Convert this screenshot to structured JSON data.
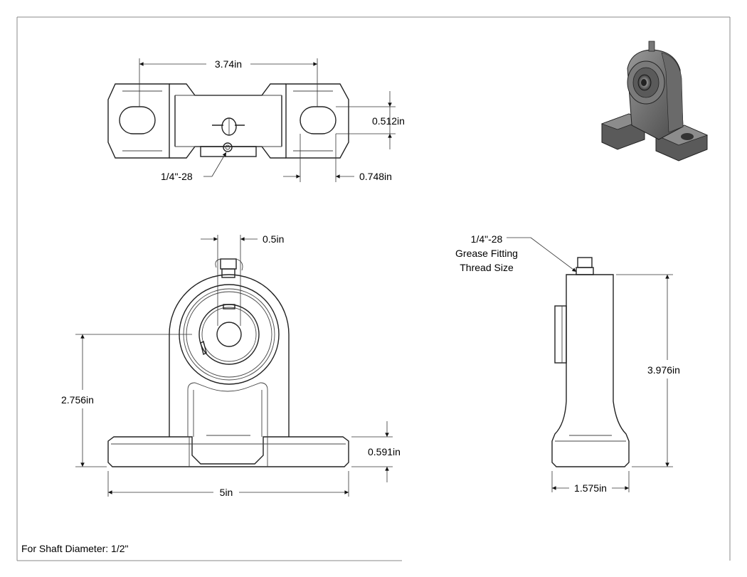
{
  "dimensions": {
    "top_width": "3.74in",
    "slot_width": "0.512in",
    "top_thread": "1/4\"-28",
    "slot_offset": "0.748in",
    "bore": "0.5in",
    "center_height": "2.756in",
    "base_thickness": "0.591in",
    "base_length": "5in",
    "total_height": "3.976in",
    "base_width": "1.575in"
  },
  "callouts": {
    "grease_fitting": [
      "1/4\"-28",
      "Grease Fitting",
      "Thread Size"
    ]
  },
  "footer": {
    "shaft_note": "For Shaft Diameter: 1/2\""
  }
}
